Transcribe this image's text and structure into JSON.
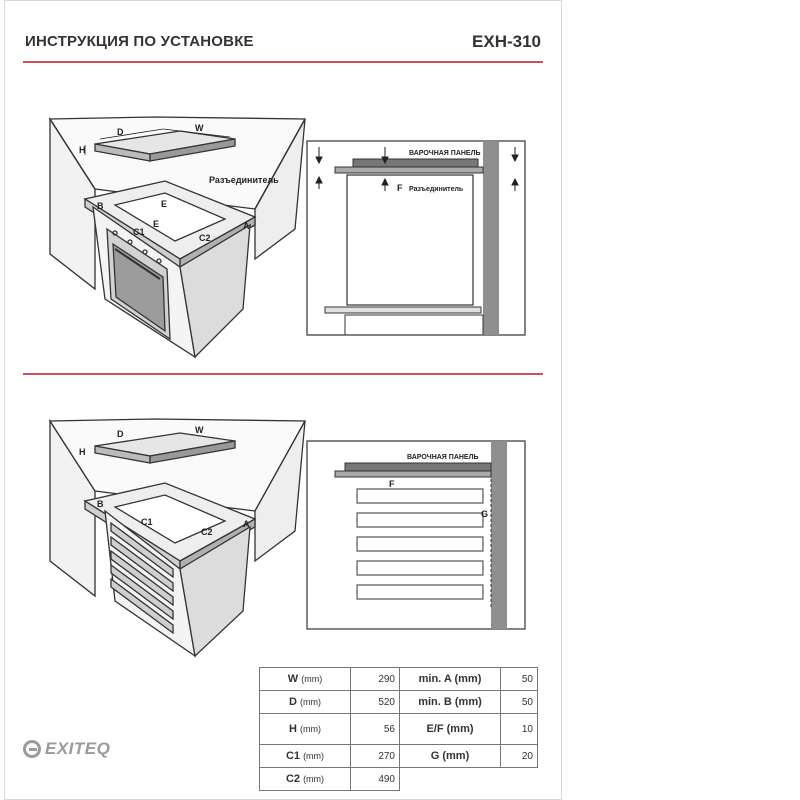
{
  "header": {
    "title": "ИНСТРУКЦИЯ ПО УСТАНОВКЕ",
    "model": "EXH-310"
  },
  "brand": {
    "logo_text": "EXITEQ"
  },
  "diagram_top": {
    "labels": {
      "d": "D",
      "w": "W",
      "h": "H",
      "b": "B",
      "e": "E",
      "c1": "C1",
      "c2": "C2",
      "a": "A",
      "disconnector": "Разъединитель"
    },
    "section": {
      "panel": "ВАРОЧНАЯ ПАНЕЛЬ",
      "f": "F",
      "disconnector": "Разъединитель"
    }
  },
  "diagram_bottom": {
    "labels": {
      "d": "D",
      "w": "W",
      "h": "H",
      "b": "B",
      "c1": "C1",
      "c2": "C2",
      "a": "A"
    },
    "section": {
      "panel": "ВАРОЧНАЯ ПАНЕЛЬ",
      "f": "F",
      "g": "G"
    }
  },
  "dimensions": {
    "unit": "(mm)",
    "rows": [
      {
        "k1": "W",
        "v1": "290",
        "k2": "min. A",
        "v2": "50"
      },
      {
        "k1": "D",
        "v1": "520",
        "k2": "min. B",
        "v2": "50"
      },
      {
        "k1": "H",
        "v1": "56",
        "k2": "E/F",
        "v2": "10"
      },
      {
        "k1": "C1",
        "v1": "270",
        "k2": "G",
        "v2": "20"
      },
      {
        "k1": "C2",
        "v1": "490"
      }
    ]
  },
  "colors": {
    "accent_line": "#c8545a",
    "line": "#333333",
    "hatch": "#8a8a8a"
  }
}
